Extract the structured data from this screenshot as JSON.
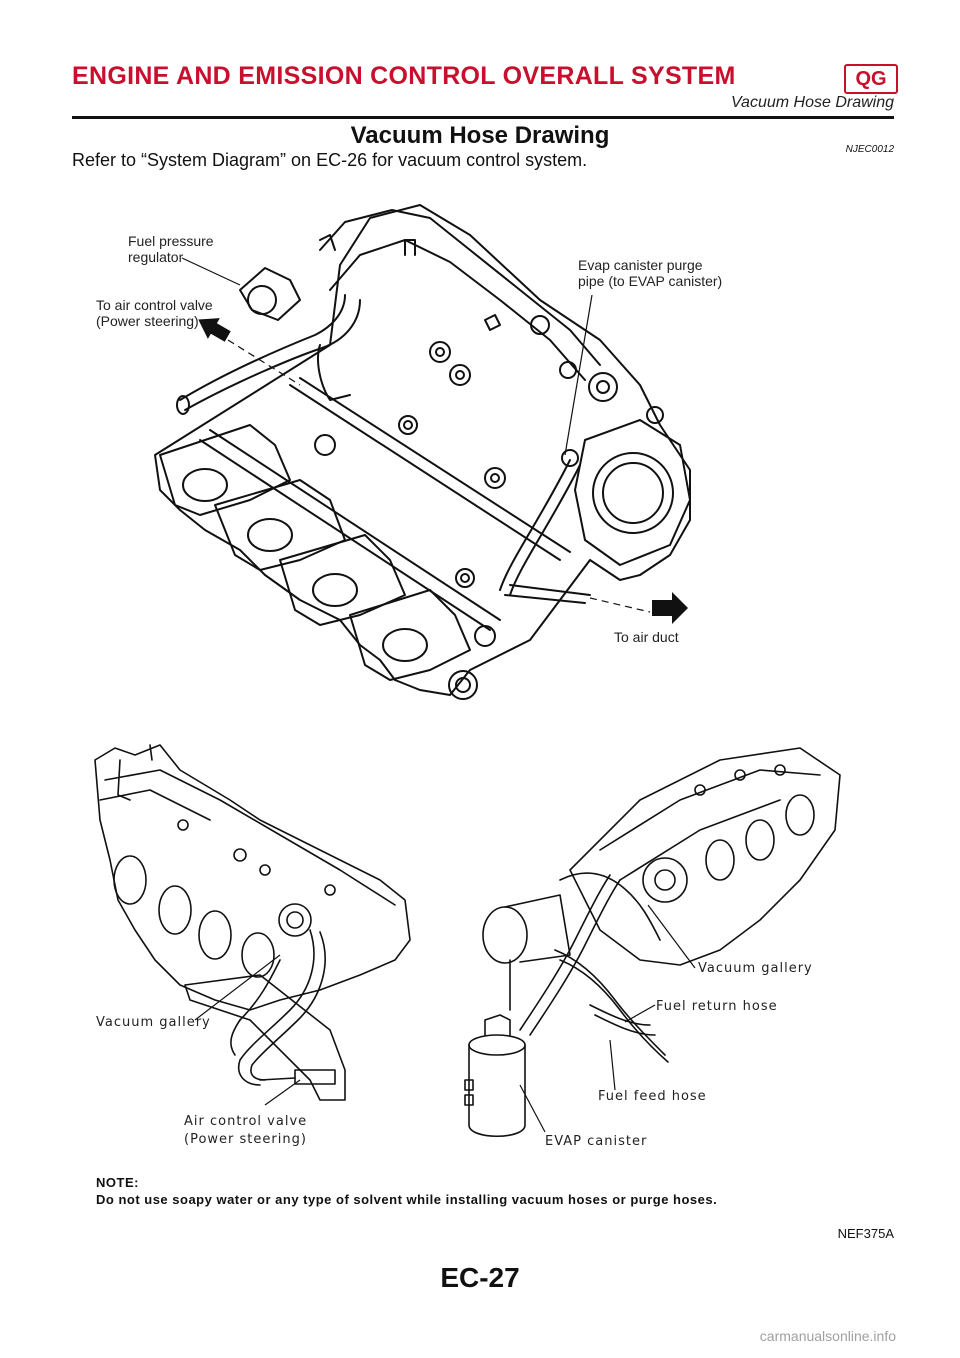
{
  "header": {
    "title": "ENGINE AND EMISSION CONTROL OVERALL SYSTEM",
    "badge": "QG",
    "subtitle": "Vacuum Hose Drawing"
  },
  "section": {
    "title": "Vacuum Hose Drawing",
    "code": "NJEC0012",
    "intro": "Refer to “System Diagram” on EC-26 for vacuum control system."
  },
  "figure_top": {
    "labels": {
      "fuel_pressure_regulator_1": "Fuel pressure",
      "fuel_pressure_regulator_2": "regulator",
      "to_air_control_valve_1": "To air control valve",
      "to_air_control_valve_2": "(Power steering)",
      "evap_purge_1": "Evap canister purge",
      "evap_purge_2": "pipe (to EVAP canister)",
      "to_air_duct": "To air duct"
    }
  },
  "figure_bottom": {
    "labels": {
      "vacuum_gallery_left": "Vacuum gallery",
      "air_control_valve_1": "Air control valve",
      "air_control_valve_2": "(Power steering)",
      "vacuum_gallery_right": "Vacuum gallery",
      "fuel_return_hose": "Fuel return hose",
      "fuel_feed_hose": "Fuel feed hose",
      "evap_canister": "EVAP canister"
    }
  },
  "note": {
    "heading": "NOTE:",
    "body": "Do not use soapy water or any type of solvent while installing vacuum hoses or purge hoses."
  },
  "figure_code": "NEF375A",
  "page_number": "EC-27",
  "watermark": "carmanualsonline.info",
  "colors": {
    "accent": "#c8102e",
    "text": "#111111",
    "watermark": "#a0a0a0"
  }
}
